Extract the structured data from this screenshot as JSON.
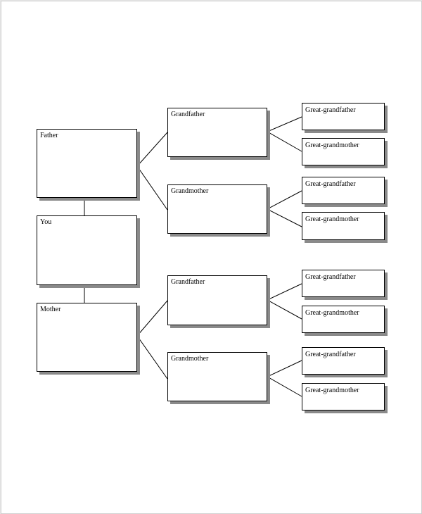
{
  "tree": {
    "self": {
      "label": "You"
    },
    "father": {
      "label": "Father"
    },
    "mother": {
      "label": "Mother"
    },
    "paternal_grandfather": {
      "label": "Grandfather"
    },
    "paternal_grandmother": {
      "label": "Grandmother"
    },
    "maternal_grandfather": {
      "label": "Grandfather"
    },
    "maternal_grandmother": {
      "label": "Grandmother"
    },
    "great_grandparents": [
      {
        "label": "Great-grandfather"
      },
      {
        "label": "Great-grandmother"
      },
      {
        "label": "Great-grandfather"
      },
      {
        "label": "Great-grandmother"
      },
      {
        "label": "Great-grandfather"
      },
      {
        "label": "Great-grandmother"
      },
      {
        "label": "Great-grandfather"
      },
      {
        "label": "Great-grandmother"
      }
    ]
  }
}
